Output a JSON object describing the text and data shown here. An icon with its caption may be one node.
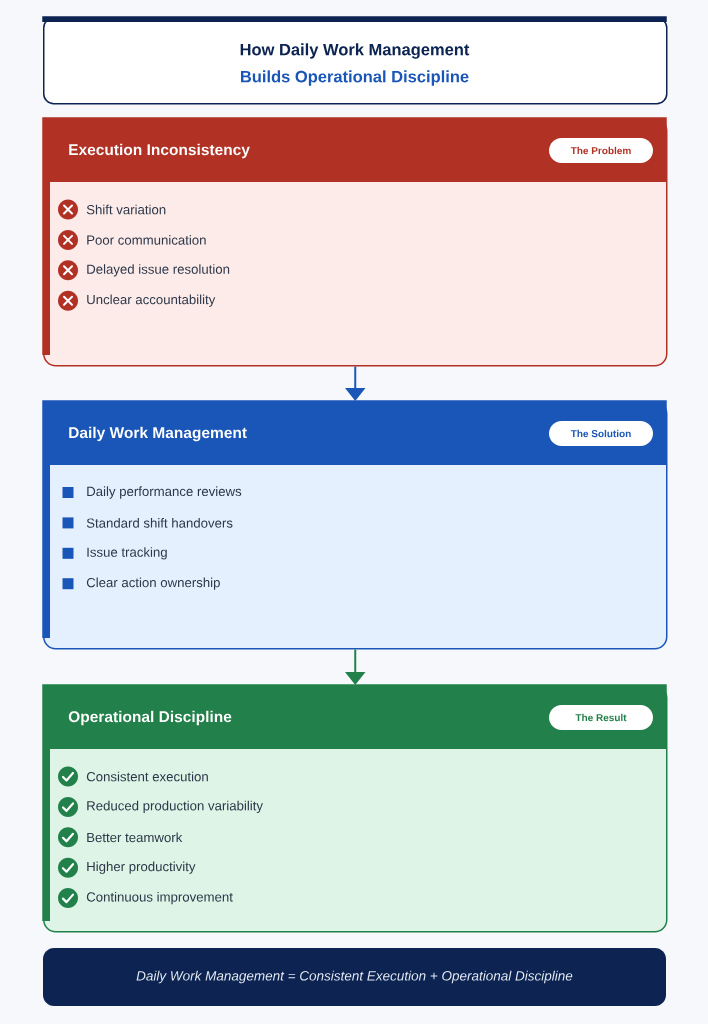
{
  "diagram": {
    "nodes": [
      {
        "text": [
          "How Daily Work Management",
          "Builds Operational Discipline"
        ]
      },
      {
        "text": [
          "Execution Inconsistency",
          "Shift variation",
          "Poor communication",
          "Delayed issue resolution",
          "Unclear accountability"
        ]
      },
      {
        "text": [
          "The Problem"
        ],
        "in": 1
      },
      {
        "text": [
          "Daily Work Management",
          "Daily performance reviews",
          "Standard shift handovers",
          "Issue tracking",
          "Clear action ownership"
        ]
      },
      {
        "text": [
          "The Solution"
        ],
        "in": 3
      },
      {
        "text": [
          "Operational Discipline",
          "Consistent execution",
          "Reduced production variability",
          "Better teamwork",
          "Higher productivity",
          "Continuous improvement"
        ]
      },
      {
        "text": [
          "The Result"
        ],
        "in": 5
      },
      {
        "text": [
          "Daily Work Management = Consistent Execution + Operational Discipline"
        ]
      }
    ],
    "edges": [
      {
        "from": 1,
        "to": 3,
        "arrow": "to",
        "color": "#1a56b8"
      },
      {
        "from": 3,
        "to": 5,
        "arrow": "to",
        "color": "#22804a"
      }
    ]
  }
}
